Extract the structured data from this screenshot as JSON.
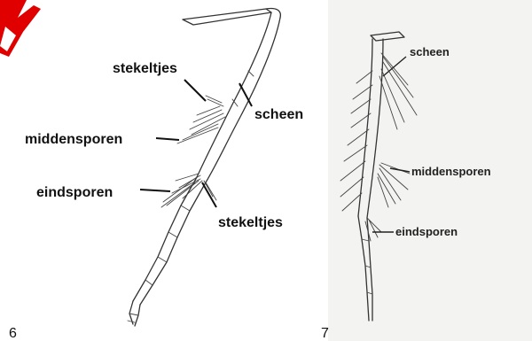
{
  "figure6": {
    "number": "6",
    "labels": {
      "stekeltjes_top": "stekeltjes",
      "scheen": "scheen",
      "middensporen": "middensporen",
      "eindsporen": "eindsporen",
      "stekeltjes_bottom": "stekeltjes"
    }
  },
  "figure7": {
    "number": "7",
    "labels": {
      "scheen": "scheen",
      "middensporen": "middensporen",
      "eindsporen": "eindsporen"
    }
  },
  "colors": {
    "ink": "#333333",
    "panel7_background": "#f3f3f1",
    "corner_mark": "#e10000"
  }
}
